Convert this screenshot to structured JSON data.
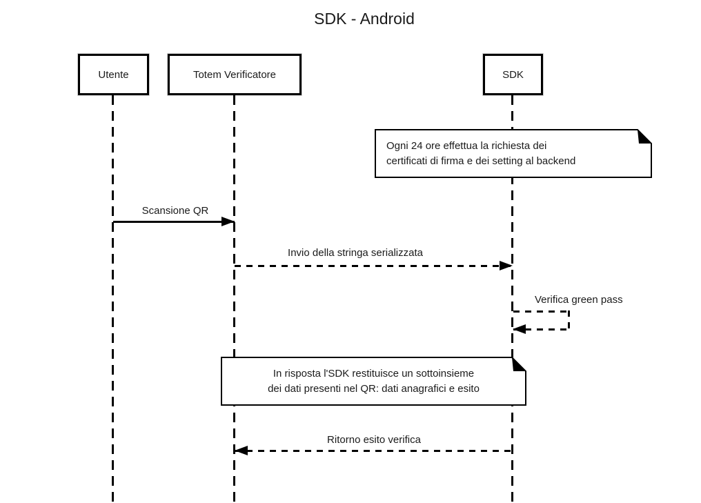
{
  "diagram": {
    "title": "SDK - Android",
    "actors": [
      {
        "name": "Utente"
      },
      {
        "name": "Totem Verificatore"
      },
      {
        "name": "SDK"
      }
    ],
    "notes": [
      {
        "anchor": "SDK",
        "lines": [
          "Ogni 24 ore effettua la richiesta dei",
          "certificati di firma e dei setting al backend"
        ]
      },
      {
        "anchor": "SDK",
        "lines": [
          "In risposta l'SDK restituisce un sottoinsieme",
          "dei dati presenti nel QR: dati anagrafici e esito"
        ]
      }
    ],
    "messages": [
      {
        "label": "Scansione QR",
        "from": "Utente",
        "to": "Totem Verificatore",
        "line": "solid"
      },
      {
        "label": "Invio della stringa serializzata",
        "from": "Totem Verificatore",
        "to": "SDK",
        "line": "dashed"
      },
      {
        "label": "Verifica green pass",
        "from": "SDK",
        "to": "SDK",
        "line": "dashed-self"
      },
      {
        "label": "Ritorno esito verifica",
        "from": "SDK",
        "to": "Totem Verificatore",
        "line": "dashed"
      }
    ],
    "colors": {
      "line": "#000000",
      "background": "#ffffff",
      "text": "#1a1a1a"
    }
  }
}
